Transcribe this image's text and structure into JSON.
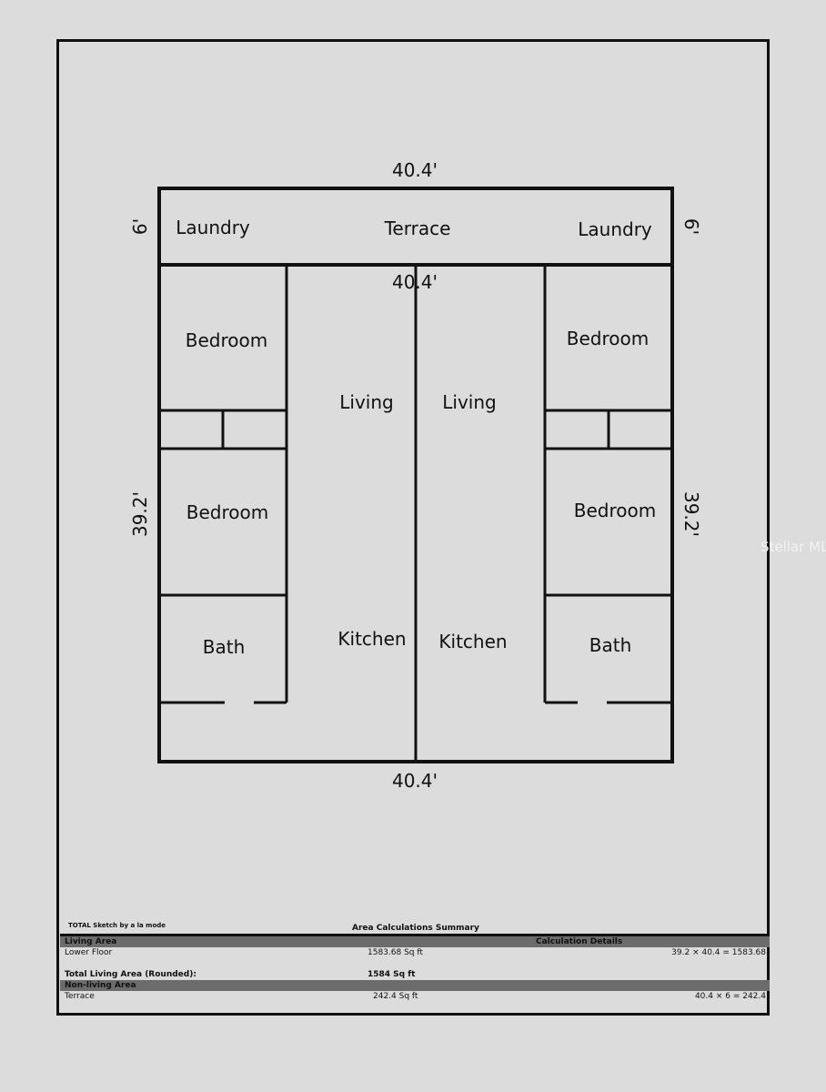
{
  "rooms": {
    "laundry_left": "Laundry",
    "terrace": "Terrace",
    "laundry_right": "Laundry",
    "bedroom_left_top": "Bedroom",
    "bedroom_left_bottom": "Bedroom",
    "bedroom_right_top": "Bedroom",
    "bedroom_right_bottom": "Bedroom",
    "living_left": "Living",
    "living_right": "Living",
    "kitchen_left": "Kitchen",
    "kitchen_right": "Kitchen",
    "bath_left": "Bath",
    "bath_right": "Bath"
  },
  "dimensions": {
    "top": "40.4'",
    "terrace_bottom": "40.4'",
    "bottom": "40.4'",
    "terrace_left": "6'",
    "terrace_right": "6'",
    "left": "39.2'",
    "right": "39.2'"
  },
  "watermark": "Stellar MLS",
  "credit": "TOTAL Sketch by a la mode",
  "summary": {
    "title": "Area Calculations Summary",
    "living_area_header": "Living Area",
    "calc_details_header": "Calculation Details",
    "lower_floor_label": "Lower Floor",
    "lower_floor_area": "1583.68 Sq ft",
    "lower_floor_calc": "39.2 × 40.4  =  1583.68",
    "total_label": "Total Living Area (Rounded):",
    "total_value": "1584 Sq ft",
    "non_living_header": "Non-living Area",
    "terrace_label": "Terrace",
    "terrace_area": "242.4 Sq ft",
    "terrace_calc": "40.4 × 6      =      242.4"
  }
}
